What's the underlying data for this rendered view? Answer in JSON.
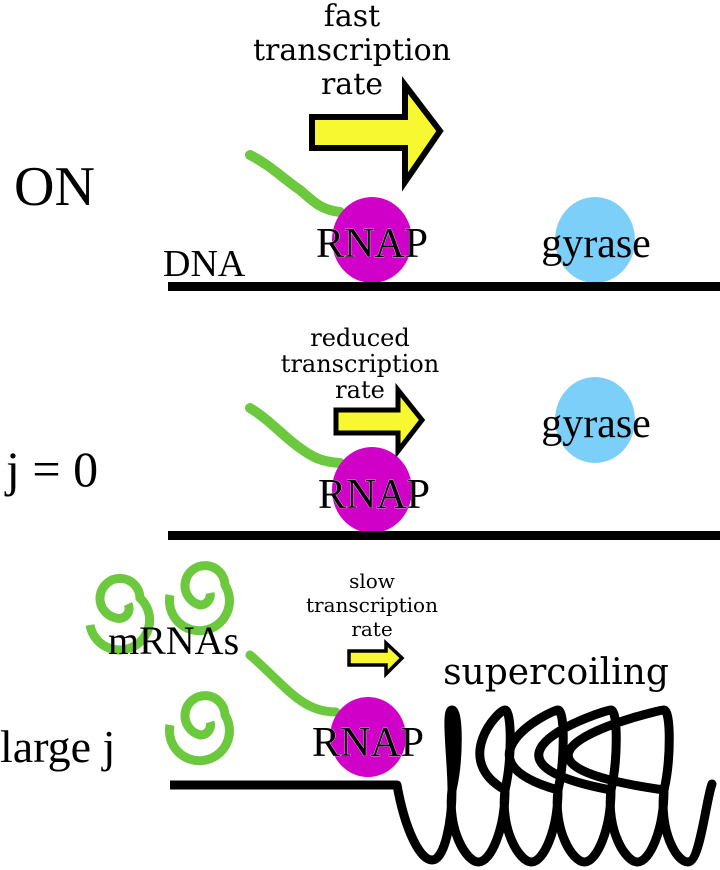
{
  "panels": [
    {
      "state_label": "ON",
      "rate_label": [
        "fast",
        "transcription",
        "rate"
      ],
      "dna_label": "DNA",
      "polymerase_label": "RNAP",
      "gyrase_label": "gyrase"
    },
    {
      "state_label": "j = 0",
      "rate_label": [
        "reduced",
        "transcription",
        "rate"
      ],
      "polymerase_label": "RNAP",
      "gyrase_label": "gyrase"
    },
    {
      "state_label": "large j",
      "rate_label": [
        "slow",
        "transcription",
        "rate"
      ],
      "mrna_label": "mRNAs",
      "polymerase_label": "RNAP",
      "supercoil_label": "supercoiling"
    }
  ],
  "colors": {
    "rnap": "#d000c8",
    "gyrase": "#7ccff8",
    "mrna": "#6cc83c",
    "arrow_fill": "#f8f830",
    "dna": "#000000"
  }
}
